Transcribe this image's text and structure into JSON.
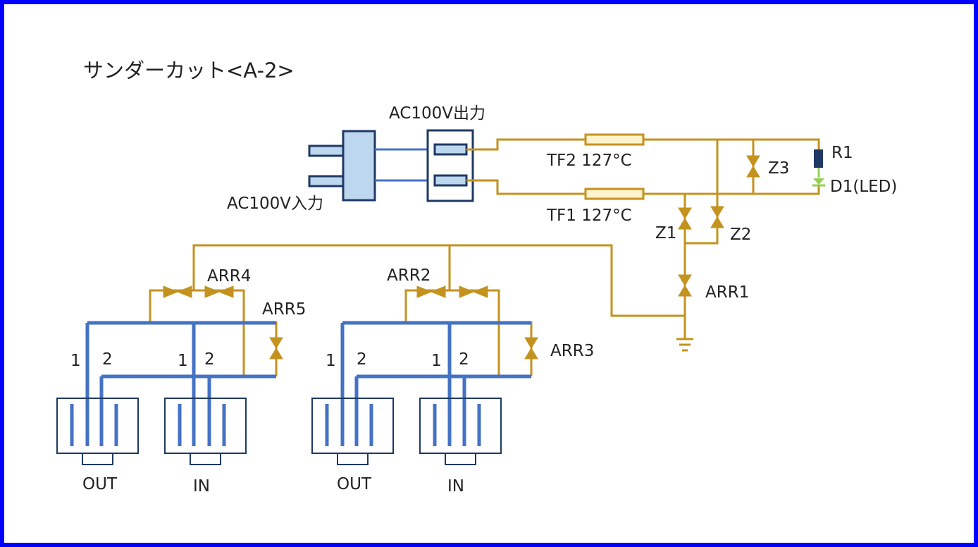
{
  "title": "サンダーカット<A-2>",
  "labels": {
    "ac_output": "AC100V出力",
    "ac_input": "AC100V入力",
    "tf2": "TF2 127°C",
    "tf1": "TF1 127°C",
    "r1": "R1",
    "d1": "D1(LED)",
    "z1": "Z1",
    "z2": "Z2",
    "z3": "Z3",
    "arr1": "ARR1",
    "arr2": "ARR2",
    "arr3": "ARR3",
    "arr4": "ARR4",
    "arr5": "ARR5"
  },
  "jacks": [
    {
      "label": "OUT",
      "pin1": "1",
      "pin2": "2"
    },
    {
      "label": "IN",
      "pin1": "1",
      "pin2": "2"
    },
    {
      "label": "OUT",
      "pin1": "1",
      "pin2": "2"
    },
    {
      "label": "IN",
      "pin1": "1",
      "pin2": "2"
    }
  ],
  "colors": {
    "frame": "#0000ff",
    "wire": "#c4921e",
    "line": "#4472c4",
    "plug_fill": "#bdd7ee",
    "plug_stroke": "#1f3864",
    "fuse_fill": "#fff2cc",
    "resistor": "#1f3864",
    "led": "#92d050"
  }
}
